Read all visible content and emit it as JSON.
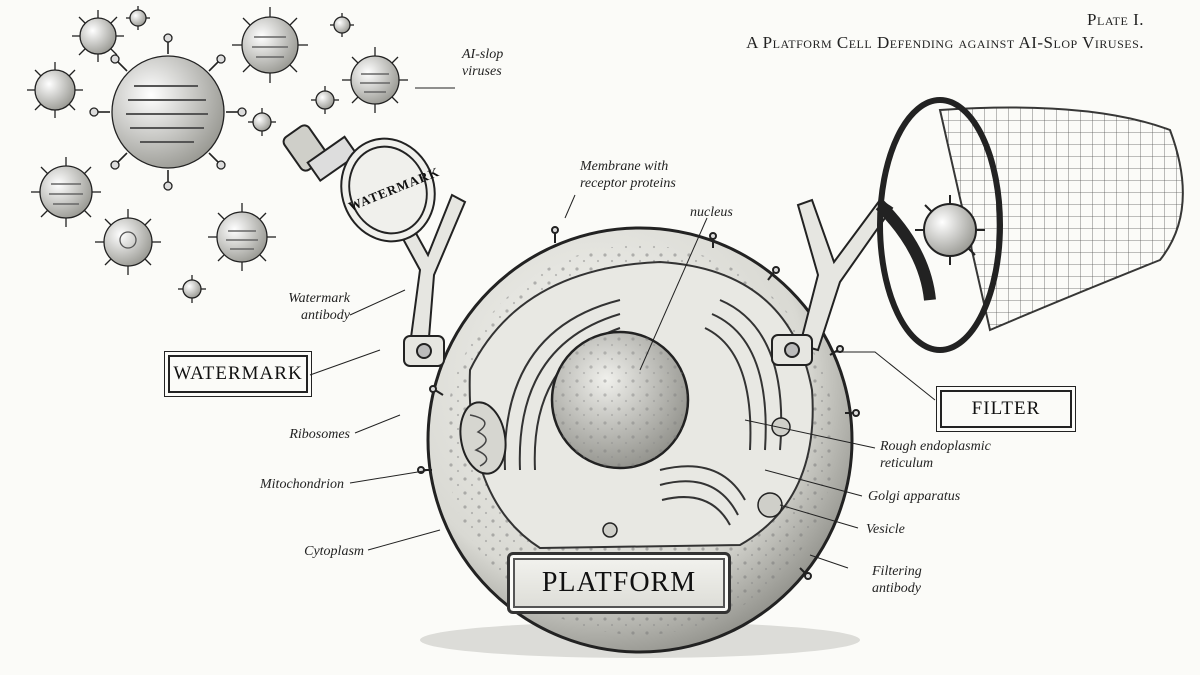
{
  "plate": {
    "number": "Plate I.",
    "title": "A Platform Cell Defending against AI-Slop Viruses."
  },
  "labels": {
    "ai_slop_viruses": [
      "AI-slop",
      "viruses"
    ],
    "membrane": [
      "Membrane with",
      "receptor proteins"
    ],
    "nucleus": "nucleus",
    "watermark_antibody": [
      "Watermark",
      "antibody"
    ],
    "ribosomes": "Ribosomes",
    "mitochondrion": "Mitochondrion",
    "cytoplasm": "Cytoplasm",
    "rough_er": [
      "Rough endoplasmic",
      "reticulum"
    ],
    "golgi": "Golgi apparatus",
    "vesicle": "Vesicle",
    "filtering_antibody": [
      "Filtering",
      "antibody"
    ]
  },
  "boxes": {
    "watermark": "WATERMARK",
    "filter": "FILTER"
  },
  "cell_plate": "PLATFORM",
  "stamp_badge": "WATERMARK",
  "icons": [
    "virus-icon",
    "stamp-icon",
    "net-icon",
    "antibody-icon"
  ],
  "colors": {
    "ink": "#1c1c1c",
    "paper": "#fbfbf8"
  }
}
